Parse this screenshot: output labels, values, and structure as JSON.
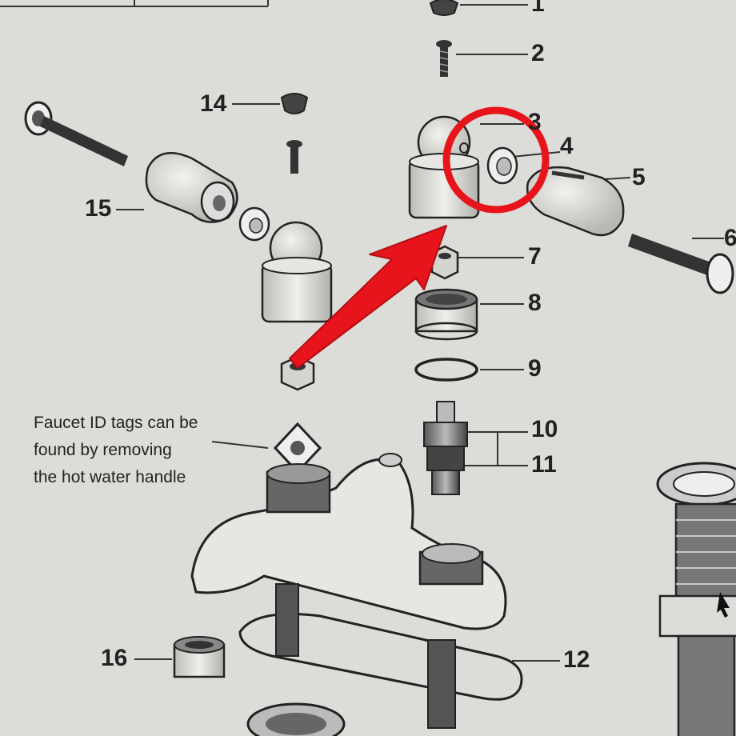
{
  "callouts": {
    "n1": "1",
    "n2": "2",
    "n3": "3",
    "n4": "4",
    "n5": "5",
    "n6": "6",
    "n7": "7",
    "n8": "8",
    "n9": "9",
    "n10": "10",
    "n11": "11",
    "n12": "12",
    "n14": "14",
    "n15": "15",
    "n16": "16"
  },
  "note": {
    "line1": "Faucet ID tags can be",
    "line2": "found by removing",
    "line3": "the hot water handle"
  },
  "colors": {
    "paper": "#dcdcd8",
    "ink": "#222222",
    "highlight": "#e8141c"
  }
}
